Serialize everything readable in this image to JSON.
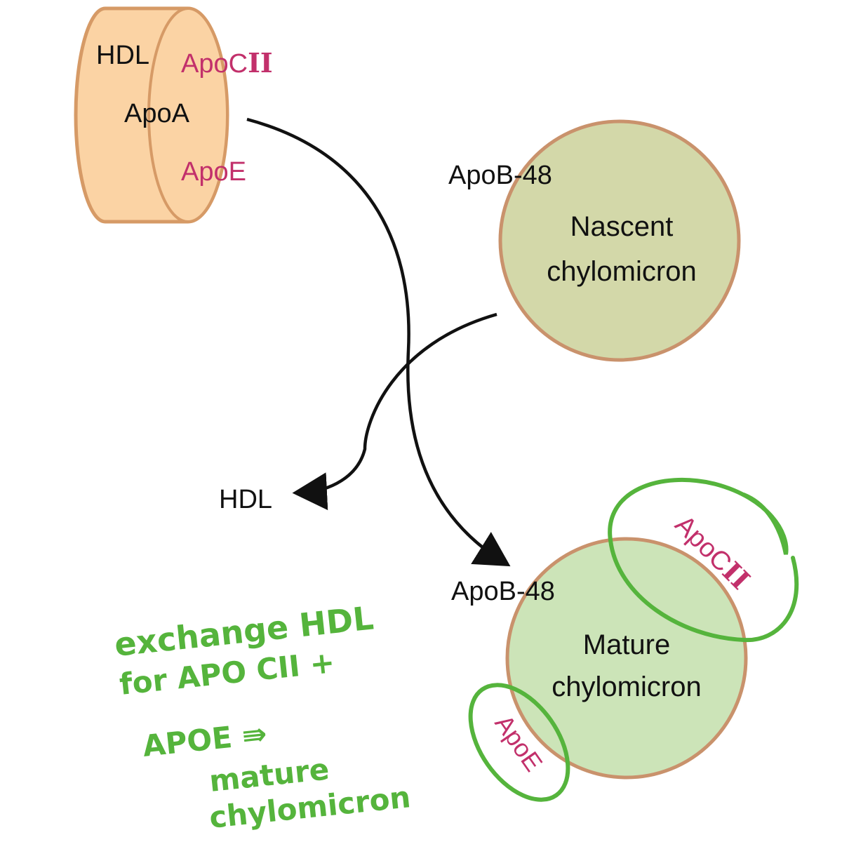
{
  "colors": {
    "hdl_fill": "#fbd3a4",
    "hdl_stroke": "#d69a66",
    "nascent_fill": "#d3d8a9",
    "mature_fill": "#cce4b8",
    "particle_stroke": "#c9926c",
    "apo_label": "#c2306b",
    "annotation_green": "#55b43c",
    "arrow": "#111111"
  },
  "hdl_particle": {
    "name": "HDL",
    "apo_c": "ApoC",
    "apo_c_numeral": "II",
    "apo_a": "ApoA",
    "apo_e": "ApoE"
  },
  "nascent": {
    "apob": "ApoB-48",
    "line1": "Nascent",
    "line2": "chylomicron"
  },
  "hdl_product": "HDL",
  "mature": {
    "apob": "ApoB-48",
    "line1": "Mature",
    "line2": "chylomicron",
    "apo_c": "ApoC",
    "apo_c_numeral": "II",
    "apo_e": "ApoE"
  },
  "handwritten_note": {
    "line1": "exchange HDL",
    "line2": "for APO CII +",
    "line3": "APOE ⇛",
    "line4": "mature",
    "line5": "chylomicron"
  }
}
